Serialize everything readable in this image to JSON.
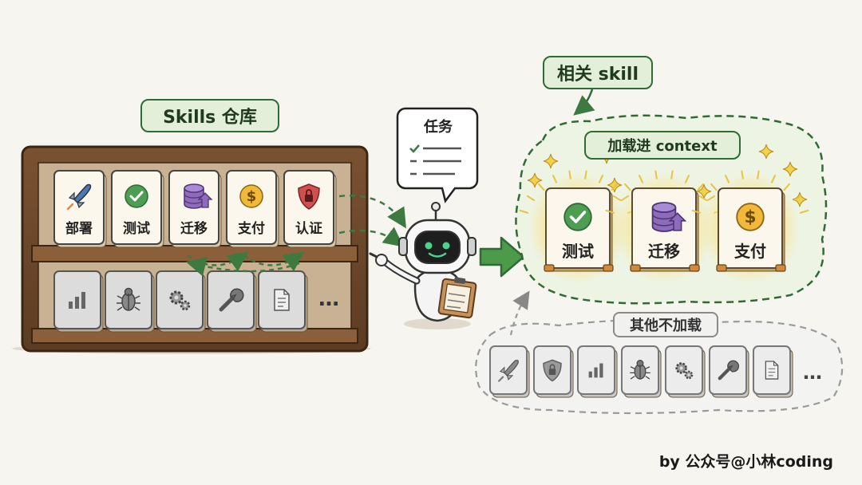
{
  "titles": {
    "warehouse": "Skills 仓库",
    "task": "任务",
    "relevant": "相关 skill",
    "load": "加载进 context",
    "others": "其他不加载"
  },
  "shelf_top": [
    {
      "label": "部署",
      "icon": "rocket-icon"
    },
    {
      "label": "测试",
      "icon": "check-icon"
    },
    {
      "label": "迁移",
      "icon": "database-icon"
    },
    {
      "label": "支付",
      "icon": "dollar-icon"
    },
    {
      "label": "认证",
      "icon": "lock-shield-icon"
    }
  ],
  "shelf_bottom_icons": [
    "bar-chart-icon",
    "bug-icon",
    "gears-icon",
    "wrench-icon",
    "document-icon"
  ],
  "loaded": [
    {
      "label": "测试",
      "icon": "check-icon"
    },
    {
      "label": "迁移",
      "icon": "database-icon"
    },
    {
      "label": "支付",
      "icon": "dollar-icon"
    }
  ],
  "unloaded_icons": [
    "rocket-icon",
    "lock-shield-icon",
    "bar-chart-icon",
    "bug-icon",
    "gears-icon",
    "wrench-icon",
    "document-icon"
  ],
  "ellipsis": "…",
  "footer": "by 公众号@小林coding",
  "colors": {
    "background": "#f7f5ef",
    "green": "#2f6b34",
    "label_fill": "#e4efd9",
    "shelf_wood": "#6e4a2c",
    "glow": "#f4d77a"
  }
}
